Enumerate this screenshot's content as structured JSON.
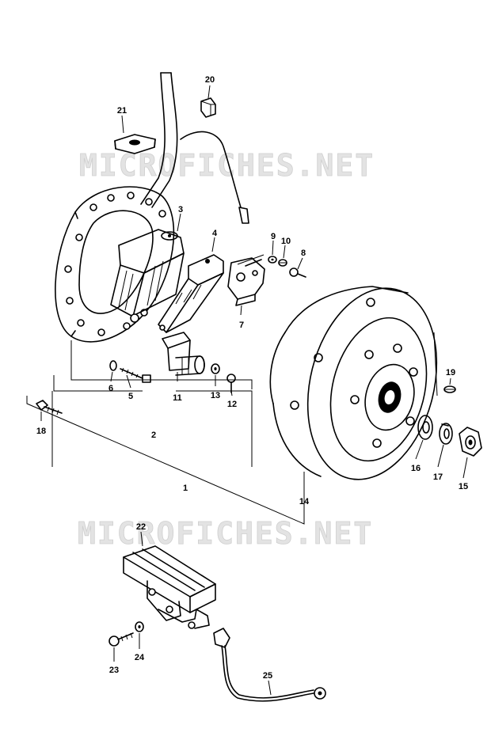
{
  "watermark": "MICROFICHES.NET",
  "callouts": {
    "c1": "1",
    "c2": "2",
    "c3": "3",
    "c4": "4",
    "c5": "5",
    "c6": "6",
    "c7": "7",
    "c8": "8",
    "c9": "9",
    "c10": "10",
    "c11": "11",
    "c12": "12",
    "c13": "13",
    "c14": "14",
    "c15": "15",
    "c16": "16",
    "c17": "17",
    "c18": "18",
    "c19": "19",
    "c20": "20",
    "c21": "21",
    "c22": "22",
    "c23": "23",
    "c24": "24",
    "c25": "25"
  }
}
